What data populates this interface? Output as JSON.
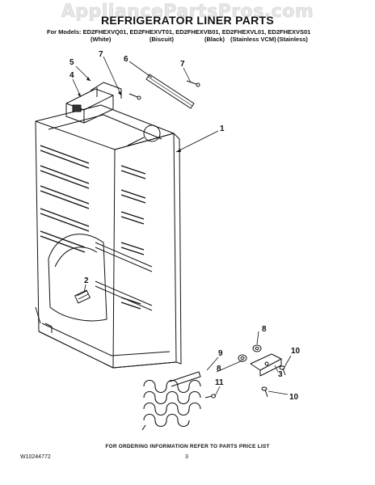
{
  "watermark": "AppliancePartsPros.com",
  "title": "REFRIGERATOR LINER PARTS",
  "models_line": "For Models: ED2FHEXVQ01, ED2FHEXVT01, ED2FHEXVB01, ED2FHEXVL01, ED2FHEXVS01",
  "colors": [
    "(White)",
    "(Biscuit)",
    "(Black)",
    "(Stainless VCM)",
    "(Stainless)"
  ],
  "callouts": {
    "c1": "1",
    "c2": "2",
    "c3": "3",
    "c4": "4",
    "c5": "5",
    "c6": "6",
    "c7a": "7",
    "c7b": "7",
    "c8a": "8",
    "c8b": "8",
    "c9": "9",
    "c10a": "10",
    "c10b": "10",
    "c11": "11"
  },
  "footer_note": "FOR ORDERING INFORMATION REFER TO PARTS PRICE LIST",
  "doc_number": "W10244772",
  "page_number": "3"
}
